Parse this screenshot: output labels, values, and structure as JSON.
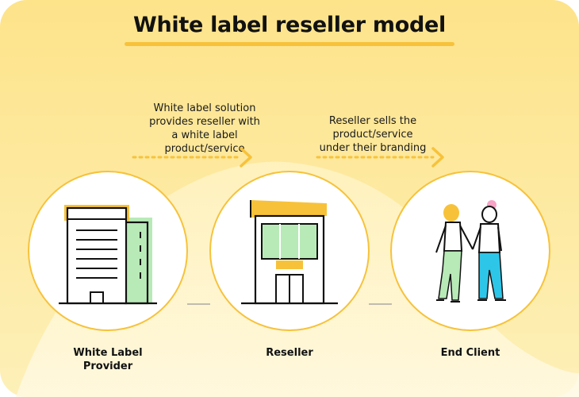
{
  "title": "White label reseller model",
  "arrows": [
    {
      "caption": "White label solution\nprovides reseller with\na white label\nproduct/service"
    },
    {
      "caption": "Reseller sells the\nproduct/service\nunder their branding"
    }
  ],
  "nodes": [
    {
      "label": "White Label\nProvider",
      "icon": "office-building-icon"
    },
    {
      "label": "Reseller",
      "icon": "storefront-icon"
    },
    {
      "label": "End Client",
      "icon": "people-couple-icon"
    }
  ],
  "colors": {
    "background": "#fde89a",
    "accent": "#f7c23a",
    "green": "#b8eab7",
    "blue": "#2ec6e8",
    "pink": "#f7a3c6",
    "outline": "#111111"
  }
}
